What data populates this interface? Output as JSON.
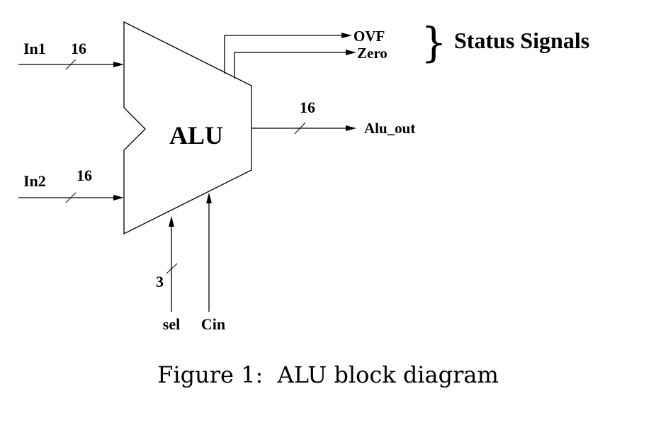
{
  "diagram": {
    "block_label": "ALU",
    "inputs": {
      "in1": {
        "label": "In1",
        "width": "16"
      },
      "in2": {
        "label": "In2",
        "width": "16"
      },
      "sel": {
        "label": "sel",
        "width": "3"
      },
      "cin": {
        "label": "Cin"
      }
    },
    "outputs": {
      "alu_out": {
        "label": "Alu_out",
        "width": "16"
      },
      "ovf": {
        "label": "OVF"
      },
      "zero": {
        "label": "Zero"
      }
    },
    "status_group": {
      "brace": "}",
      "label": "Status Signals"
    }
  },
  "caption": "Figure 1:  ALU block diagram"
}
